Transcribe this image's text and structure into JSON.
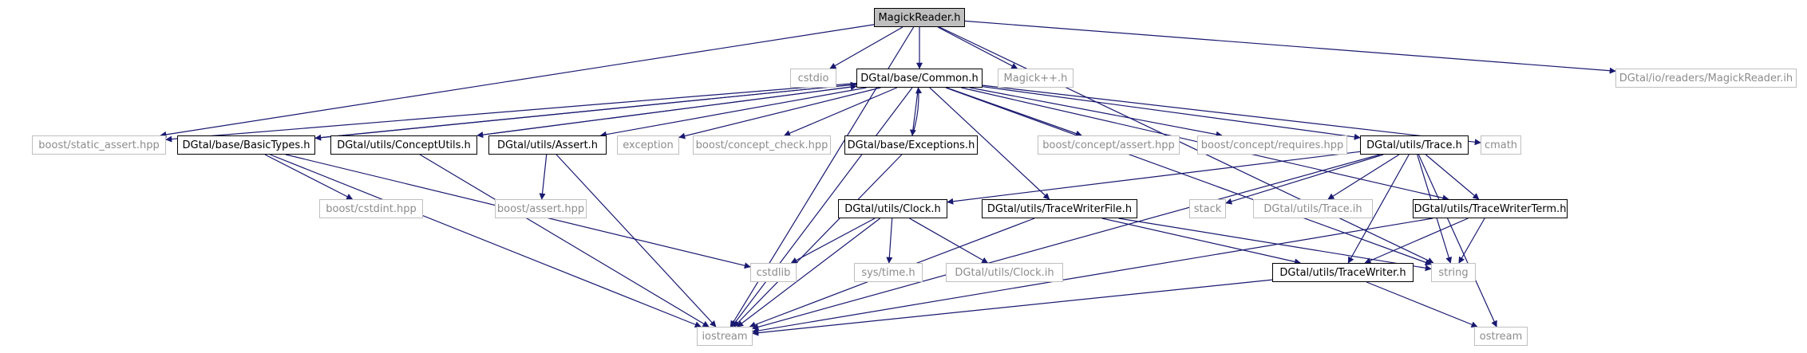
{
  "diagram": {
    "edge_color": "#191970",
    "nodes": [
      {
        "id": "magick",
        "label": "MagickReader.h",
        "kind": "root"
      },
      {
        "id": "cstdio",
        "label": "cstdio",
        "kind": "sys"
      },
      {
        "id": "common",
        "label": "DGtal/base/Common.h",
        "kind": "proj"
      },
      {
        "id": "magickpp",
        "label": "Magick++.h",
        "kind": "sys"
      },
      {
        "id": "magickih",
        "label": "DGtal/io/readers/MagickReader.ih",
        "kind": "sys"
      },
      {
        "id": "static_assert",
        "label": "boost/static_assert.hpp",
        "kind": "sys"
      },
      {
        "id": "basictypes",
        "label": "DGtal/base/BasicTypes.h",
        "kind": "proj"
      },
      {
        "id": "conceptutils",
        "label": "DGtal/utils/ConceptUtils.h",
        "kind": "proj"
      },
      {
        "id": "assert_h",
        "label": "DGtal/utils/Assert.h",
        "kind": "proj"
      },
      {
        "id": "exception",
        "label": "exception",
        "kind": "sys"
      },
      {
        "id": "concept_check",
        "label": "boost/concept_check.hpp",
        "kind": "sys"
      },
      {
        "id": "exceptions",
        "label": "DGtal/base/Exceptions.h",
        "kind": "proj"
      },
      {
        "id": "concept_assert",
        "label": "boost/concept/assert.hpp",
        "kind": "sys"
      },
      {
        "id": "concept_requires",
        "label": "boost/concept/requires.hpp",
        "kind": "sys"
      },
      {
        "id": "trace",
        "label": "DGtal/utils/Trace.h",
        "kind": "proj"
      },
      {
        "id": "cmath",
        "label": "cmath",
        "kind": "sys"
      },
      {
        "id": "cstdint",
        "label": "boost/cstdint.hpp",
        "kind": "sys"
      },
      {
        "id": "boost_assert",
        "label": "boost/assert.hpp",
        "kind": "sys"
      },
      {
        "id": "clock",
        "label": "DGtal/utils/Clock.h",
        "kind": "proj"
      },
      {
        "id": "twfile",
        "label": "DGtal/utils/TraceWriterFile.h",
        "kind": "proj"
      },
      {
        "id": "stack",
        "label": "stack",
        "kind": "sys"
      },
      {
        "id": "traceih",
        "label": "DGtal/utils/Trace.ih",
        "kind": "sys"
      },
      {
        "id": "twterm",
        "label": "DGtal/utils/TraceWriterTerm.h",
        "kind": "proj"
      },
      {
        "id": "cstdlib",
        "label": "cstdlib",
        "kind": "sys"
      },
      {
        "id": "systime",
        "label": "sys/time.h",
        "kind": "sys"
      },
      {
        "id": "clockih",
        "label": "DGtal/utils/Clock.ih",
        "kind": "sys"
      },
      {
        "id": "tracewriter",
        "label": "DGtal/utils/TraceWriter.h",
        "kind": "proj"
      },
      {
        "id": "string",
        "label": "string",
        "kind": "sys"
      },
      {
        "id": "iostream",
        "label": "iostream",
        "kind": "sys"
      },
      {
        "id": "ostream",
        "label": "ostream",
        "kind": "sys"
      }
    ],
    "edges": [
      [
        "magick",
        "cstdio"
      ],
      [
        "magick",
        "common"
      ],
      [
        "magick",
        "magickpp"
      ],
      [
        "magick",
        "magickih"
      ],
      [
        "magick",
        "static_assert"
      ],
      [
        "magick",
        "iostream"
      ],
      [
        "magick",
        "string"
      ],
      [
        "common",
        "static_assert"
      ],
      [
        "common",
        "basictypes"
      ],
      [
        "common",
        "conceptutils"
      ],
      [
        "common",
        "assert_h"
      ],
      [
        "common",
        "exception"
      ],
      [
        "common",
        "concept_check"
      ],
      [
        "common",
        "exceptions"
      ],
      [
        "common",
        "concept_assert"
      ],
      [
        "common",
        "concept_requires"
      ],
      [
        "common",
        "trace"
      ],
      [
        "common",
        "cmath"
      ],
      [
        "common",
        "twfile"
      ],
      [
        "common",
        "twterm"
      ],
      [
        "common",
        "string"
      ],
      [
        "common",
        "iostream"
      ],
      [
        "basictypes",
        "common"
      ],
      [
        "basictypes",
        "cstdint"
      ],
      [
        "basictypes",
        "cstdlib"
      ],
      [
        "basictypes",
        "iostream"
      ],
      [
        "conceptutils",
        "common"
      ],
      [
        "conceptutils",
        "iostream"
      ],
      [
        "assert_h",
        "boost_assert"
      ],
      [
        "assert_h",
        "iostream"
      ],
      [
        "exceptions",
        "common"
      ],
      [
        "exceptions",
        "iostream"
      ],
      [
        "trace",
        "clock"
      ],
      [
        "trace",
        "stack"
      ],
      [
        "trace",
        "traceih"
      ],
      [
        "trace",
        "twterm"
      ],
      [
        "trace",
        "tracewriter"
      ],
      [
        "trace",
        "string"
      ],
      [
        "trace",
        "iostream"
      ],
      [
        "trace",
        "ostream"
      ],
      [
        "clock",
        "cstdlib"
      ],
      [
        "clock",
        "systime"
      ],
      [
        "clock",
        "clockih"
      ],
      [
        "clock",
        "iostream"
      ],
      [
        "twfile",
        "tracewriter"
      ],
      [
        "twfile",
        "string"
      ],
      [
        "twfile",
        "iostream"
      ],
      [
        "twterm",
        "tracewriter"
      ],
      [
        "twterm",
        "string"
      ],
      [
        "twterm",
        "iostream"
      ],
      [
        "tracewriter",
        "iostream"
      ],
      [
        "tracewriter",
        "ostream"
      ]
    ]
  }
}
